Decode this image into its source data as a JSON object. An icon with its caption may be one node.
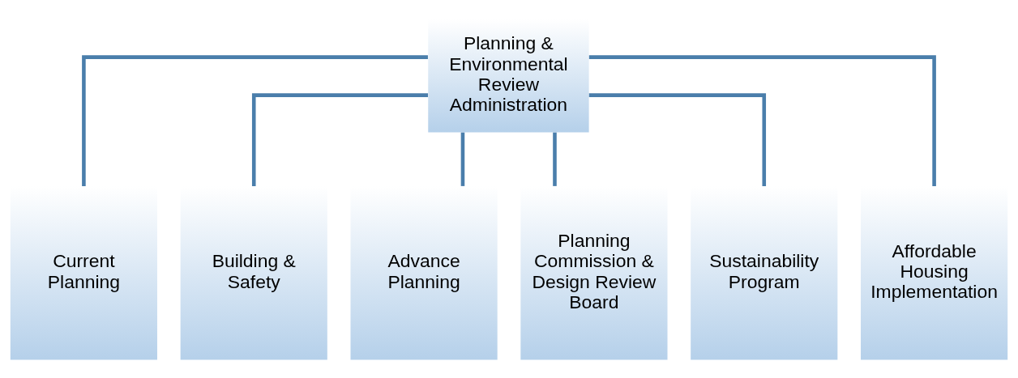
{
  "diagram": {
    "nodes": [
      {
        "text": [
          "Planning & Environmental Review",
          "Administration"
        ]
      },
      {
        "text": [
          "Current Planning"
        ]
      },
      {
        "text": [
          "Building & Safety"
        ]
      },
      {
        "text": [
          "Advance Planning"
        ]
      },
      {
        "text": [
          "Planning Commission & Design Review Board"
        ]
      },
      {
        "text": [
          "Sustainability Program"
        ]
      },
      {
        "text": [
          "Affordable Housing Implementation"
        ]
      }
    ],
    "edges": [
      {
        "from": 0,
        "to": 1,
        "arrow": "none"
      },
      {
        "from": 0,
        "to": 2,
        "arrow": "none"
      },
      {
        "from": 0,
        "to": 3,
        "arrow": "none"
      },
      {
        "from": 0,
        "to": 4,
        "arrow": "none"
      },
      {
        "from": 0,
        "to": 5,
        "arrow": "none"
      },
      {
        "from": 0,
        "to": 6,
        "arrow": "none"
      }
    ]
  }
}
